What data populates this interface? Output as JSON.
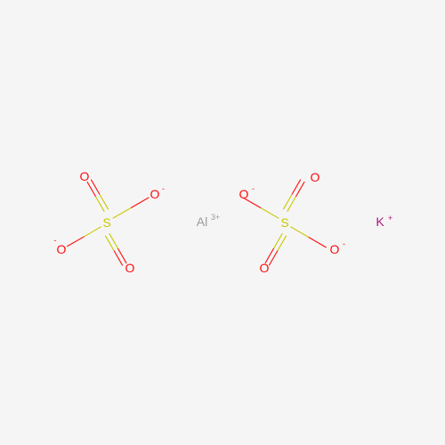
{
  "molecule": {
    "colors": {
      "background": "#f5f5f5",
      "oxygen": "#ff0d0d",
      "sulfur": "#c8c800",
      "aluminium": "#9b9b9b",
      "potassium": "#b0157e"
    },
    "atoms": {
      "o1": {
        "symbol": "O",
        "charge": ""
      },
      "o2": {
        "symbol": "O",
        "charge": "-"
      },
      "s1": {
        "symbol": "S",
        "charge": ""
      },
      "o3": {
        "symbol": "O",
        "charge": "-"
      },
      "o4": {
        "symbol": "O",
        "charge": ""
      },
      "al": {
        "symbol": "Al",
        "charge": "3+"
      },
      "o5": {
        "symbol": "O",
        "charge": "-"
      },
      "o6": {
        "symbol": "O",
        "charge": ""
      },
      "s2": {
        "symbol": "S",
        "charge": ""
      },
      "o7": {
        "symbol": "O",
        "charge": ""
      },
      "o8": {
        "symbol": "O",
        "charge": "-"
      },
      "k": {
        "symbol": "K",
        "charge": "+"
      }
    }
  }
}
